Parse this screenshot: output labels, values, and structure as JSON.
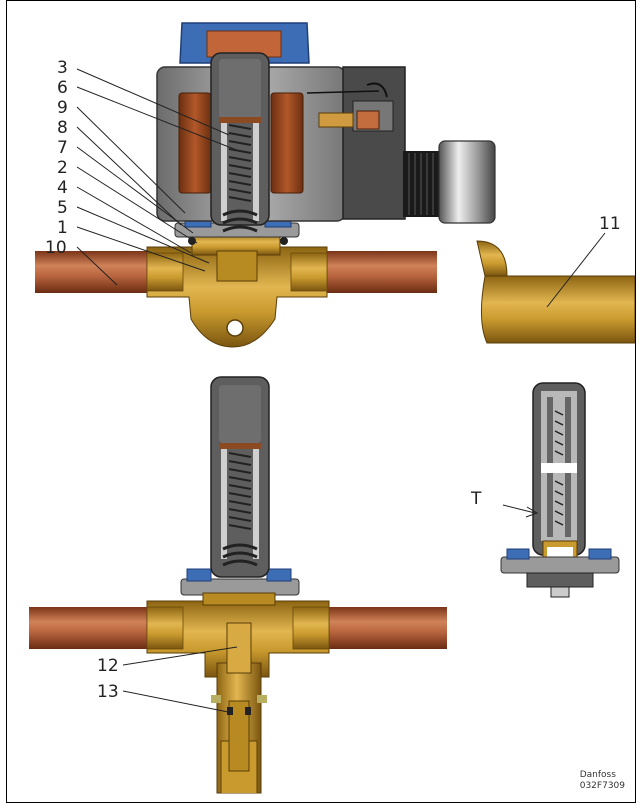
{
  "callouts": {
    "n1": "1",
    "n2": "2",
    "n3": "3",
    "n4": "4",
    "n5": "5",
    "n6": "6",
    "n7": "7",
    "n8": "8",
    "n9": "9",
    "n10": "10",
    "n11": "11",
    "n12": "12",
    "n13": "13",
    "t": "T"
  },
  "credit": {
    "brand": "Danfoss",
    "code": "032F7309"
  },
  "colors": {
    "brass": "#c99a2e",
    "copper": "#b8643e",
    "coil_cap": "#3d6db5",
    "grey_housing": "#9a9a9a",
    "armature": "#555555"
  }
}
